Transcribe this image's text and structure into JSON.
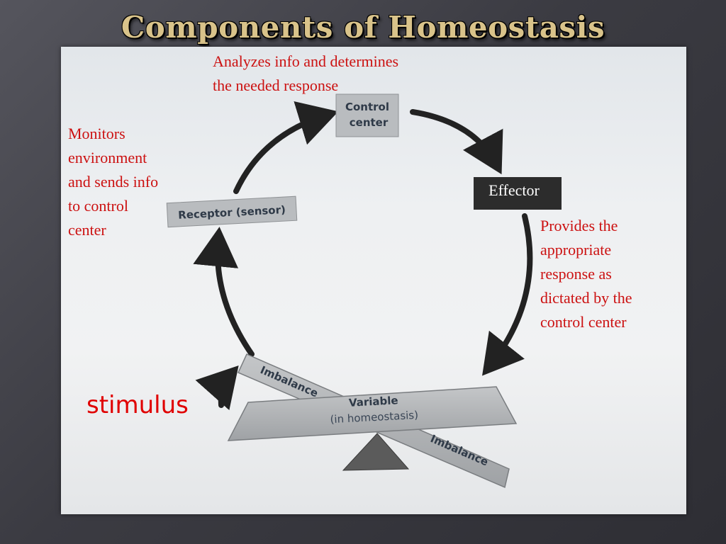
{
  "slide": {
    "title": "Components of Homeostasis"
  },
  "diagram": {
    "control_center": {
      "line1": "Control",
      "line2": "center"
    },
    "effector": "Effector",
    "receptor": "Receptor (sensor)",
    "beam_upper_label": "Imbalance",
    "beam_lower_label": "Imbalance",
    "variable": {
      "line1": "Variable",
      "line2": "(in homeostasis)"
    }
  },
  "annotations": {
    "control_center": [
      "Analyzes info and determines",
      "the needed response"
    ],
    "receptor": [
      "Monitors",
      "environment",
      "and sends info",
      "to control",
      "center"
    ],
    "effector": [
      "Provides the",
      "appropriate",
      "response as",
      "dictated by the",
      "control center"
    ],
    "stimulus": "stimulus"
  },
  "colors": {
    "annotation_red": "#cc1111",
    "stimulus_red": "#e00000",
    "title_gold": "#d9c38a",
    "box_gray": "#b9bcbf",
    "effector_box": "#2c2c2c",
    "arrow": "#222222"
  }
}
